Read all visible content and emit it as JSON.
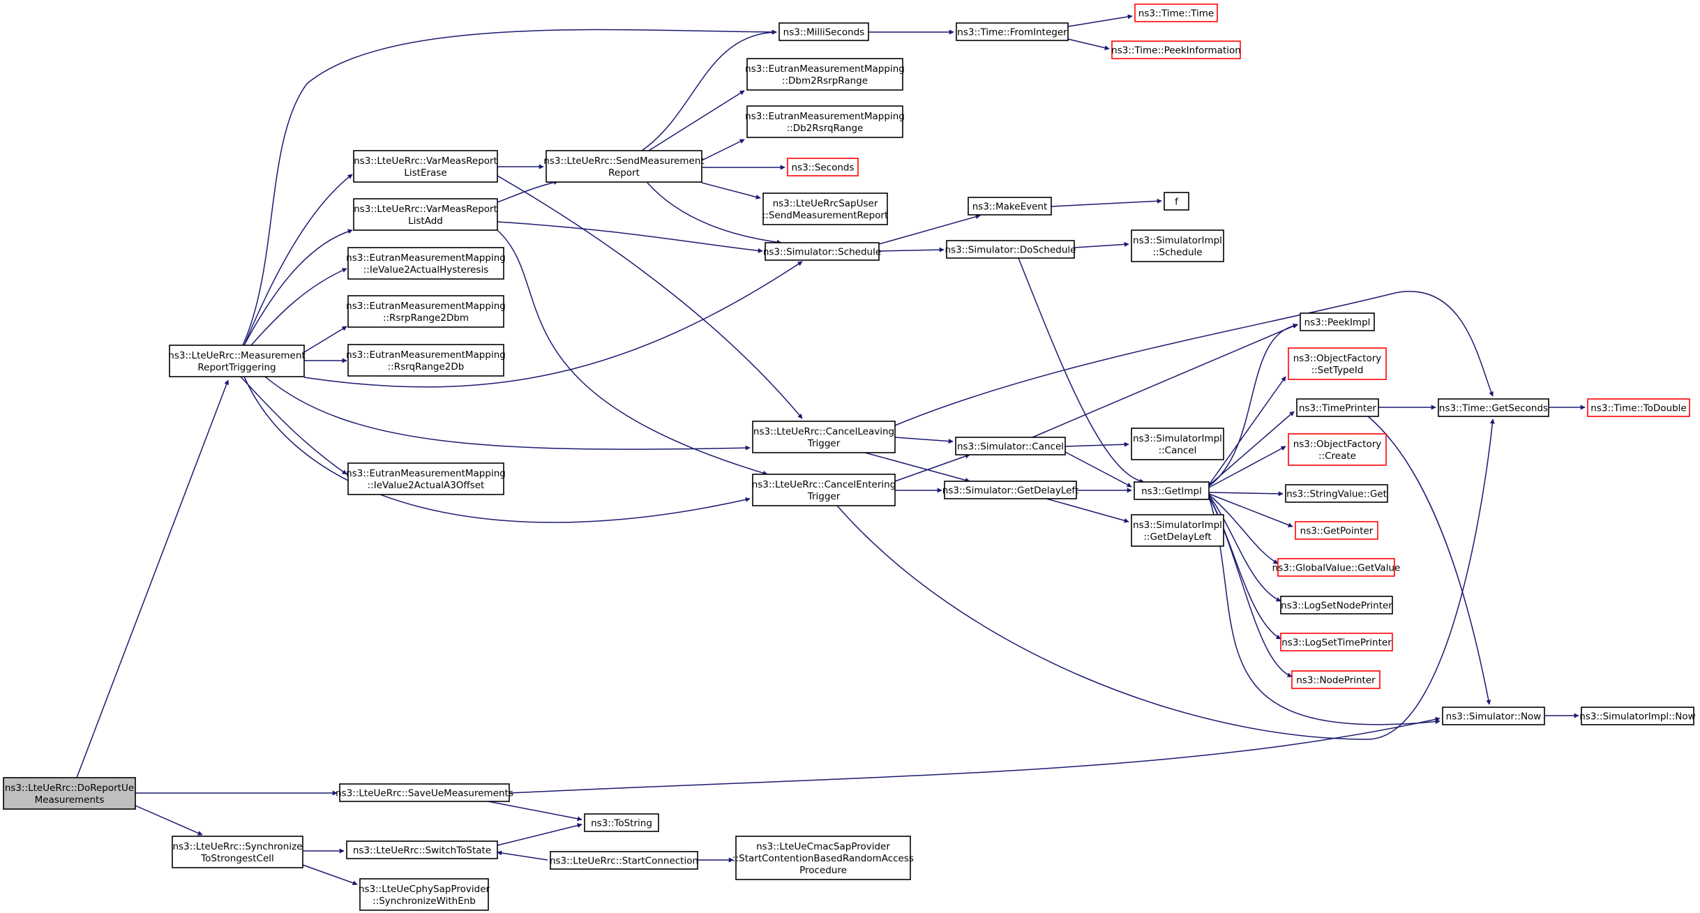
{
  "colors": {
    "edge": "#191970",
    "node_border_normal": "#000000",
    "node_border_truncated": "#ff0000",
    "root_fill": "#bfbfbf",
    "node_fill": "#ffffff"
  },
  "nodes": [
    {
      "id": "root",
      "lines": [
        "ns3::LteUeRrc::DoReportUe",
        "Measurements"
      ],
      "style": "root"
    },
    {
      "id": "mrt",
      "lines": [
        "ns3::LteUeRrc::Measurement",
        "ReportTriggering"
      ],
      "style": "normal"
    },
    {
      "id": "save",
      "lines": [
        "ns3::LteUeRrc::SaveUeMeasurements"
      ],
      "style": "normal"
    },
    {
      "id": "sync",
      "lines": [
        "ns3::LteUeRrc::Synchronize",
        "ToStrongestCell"
      ],
      "style": "normal"
    },
    {
      "id": "milli",
      "lines": [
        "ns3::MilliSeconds"
      ],
      "style": "normal"
    },
    {
      "id": "fromint",
      "lines": [
        "ns3::Time::FromInteger"
      ],
      "style": "normal"
    },
    {
      "id": "timetime",
      "lines": [
        "ns3::Time::Time"
      ],
      "style": "truncated"
    },
    {
      "id": "peekinfo",
      "lines": [
        "ns3::Time::PeekInformation"
      ],
      "style": "truncated"
    },
    {
      "id": "dbm2rsrp",
      "lines": [
        "ns3::EutranMeasurementMapping",
        "::Dbm2RsrpRange"
      ],
      "style": "normal"
    },
    {
      "id": "db2rsrq",
      "lines": [
        "ns3::EutranMeasurementMapping",
        "::Db2RsrqRange"
      ],
      "style": "normal"
    },
    {
      "id": "varerase",
      "lines": [
        "ns3::LteUeRrc::VarMeasReport",
        "ListErase"
      ],
      "style": "normal"
    },
    {
      "id": "sendmr",
      "lines": [
        "ns3::LteUeRrc::SendMeasurement",
        "Report"
      ],
      "style": "normal"
    },
    {
      "id": "seconds",
      "lines": [
        "ns3::Seconds"
      ],
      "style": "truncated"
    },
    {
      "id": "varadd",
      "lines": [
        "ns3::LteUeRrc::VarMeasReport",
        "ListAdd"
      ],
      "style": "normal"
    },
    {
      "id": "sapuser",
      "lines": [
        "ns3::LteUeRrcSapUser",
        "::SendMeasurementReport"
      ],
      "style": "normal"
    },
    {
      "id": "makeevent",
      "lines": [
        "ns3::MakeEvent"
      ],
      "style": "normal"
    },
    {
      "id": "f",
      "lines": [
        "f"
      ],
      "style": "normal"
    },
    {
      "id": "schedule",
      "lines": [
        "ns3::Simulator::Schedule"
      ],
      "style": "normal"
    },
    {
      "id": "doschedule",
      "lines": [
        "ns3::Simulator::DoSchedule"
      ],
      "style": "normal"
    },
    {
      "id": "implsched",
      "lines": [
        "ns3::SimulatorImpl",
        "::Schedule"
      ],
      "style": "normal"
    },
    {
      "id": "hyst",
      "lines": [
        "ns3::EutranMeasurementMapping",
        "::IeValue2ActualHysteresis"
      ],
      "style": "normal"
    },
    {
      "id": "rsrp2dbm",
      "lines": [
        "ns3::EutranMeasurementMapping",
        "::RsrpRange2Dbm"
      ],
      "style": "normal"
    },
    {
      "id": "rsrq2db",
      "lines": [
        "ns3::EutranMeasurementMapping",
        "::RsrqRange2Db"
      ],
      "style": "normal"
    },
    {
      "id": "a3offset",
      "lines": [
        "ns3::EutranMeasurementMapping",
        "::IeValue2ActualA3Offset"
      ],
      "style": "normal"
    },
    {
      "id": "cancelleave",
      "lines": [
        "ns3::LteUeRrc::CancelLeaving",
        "Trigger"
      ],
      "style": "normal"
    },
    {
      "id": "cancelenter",
      "lines": [
        "ns3::LteUeRrc::CancelEntering",
        "Trigger"
      ],
      "style": "normal"
    },
    {
      "id": "simcancel",
      "lines": [
        "ns3::Simulator::Cancel"
      ],
      "style": "normal"
    },
    {
      "id": "implcancel",
      "lines": [
        "ns3::SimulatorImpl",
        "::Cancel"
      ],
      "style": "normal"
    },
    {
      "id": "getdelay",
      "lines": [
        "ns3::Simulator::GetDelayLeft"
      ],
      "style": "normal"
    },
    {
      "id": "getimpl",
      "lines": [
        "ns3::GetImpl"
      ],
      "style": "normal"
    },
    {
      "id": "impldelay",
      "lines": [
        "ns3::SimulatorImpl",
        "::GetDelayLeft"
      ],
      "style": "normal"
    },
    {
      "id": "peekimpl",
      "lines": [
        "ns3::PeekImpl"
      ],
      "style": "normal"
    },
    {
      "id": "settypeid",
      "lines": [
        "ns3::ObjectFactory",
        "::SetTypeId"
      ],
      "style": "truncated"
    },
    {
      "id": "timeprinter",
      "lines": [
        "ns3::TimePrinter"
      ],
      "style": "normal"
    },
    {
      "id": "create",
      "lines": [
        "ns3::ObjectFactory",
        "::Create"
      ],
      "style": "truncated"
    },
    {
      "id": "strget",
      "lines": [
        "ns3::StringValue::Get"
      ],
      "style": "normal"
    },
    {
      "id": "getpointer",
      "lines": [
        "ns3::GetPointer"
      ],
      "style": "truncated"
    },
    {
      "id": "globalget",
      "lines": [
        "ns3::GlobalValue::GetValue"
      ],
      "style": "truncated"
    },
    {
      "id": "lognode",
      "lines": [
        "ns3::LogSetNodePrinter"
      ],
      "style": "normal"
    },
    {
      "id": "logtime",
      "lines": [
        "ns3::LogSetTimePrinter"
      ],
      "style": "truncated"
    },
    {
      "id": "nodeprinter",
      "lines": [
        "ns3::NodePrinter"
      ],
      "style": "truncated"
    },
    {
      "id": "getseconds",
      "lines": [
        "ns3::Time::GetSeconds"
      ],
      "style": "normal"
    },
    {
      "id": "todouble",
      "lines": [
        "ns3::Time::ToDouble"
      ],
      "style": "truncated"
    },
    {
      "id": "simnow",
      "lines": [
        "ns3::Simulator::Now"
      ],
      "style": "normal"
    },
    {
      "id": "implnow",
      "lines": [
        "ns3::SimulatorImpl::Now"
      ],
      "style": "normal"
    },
    {
      "id": "tostring",
      "lines": [
        "ns3::ToString"
      ],
      "style": "normal"
    },
    {
      "id": "switchstate",
      "lines": [
        "ns3::LteUeRrc::SwitchToState"
      ],
      "style": "normal"
    },
    {
      "id": "startconn",
      "lines": [
        "ns3::LteUeRrc::StartConnection"
      ],
      "style": "normal"
    },
    {
      "id": "cmacsap",
      "lines": [
        "ns3::LteUeCmacSapProvider",
        "::StartContentionBasedRandomAccess",
        "Procedure"
      ],
      "style": "normal"
    },
    {
      "id": "cphysap",
      "lines": [
        "ns3::LteUeCphySapProvider",
        "::SynchronizeWithEnb"
      ],
      "style": "normal"
    }
  ]
}
